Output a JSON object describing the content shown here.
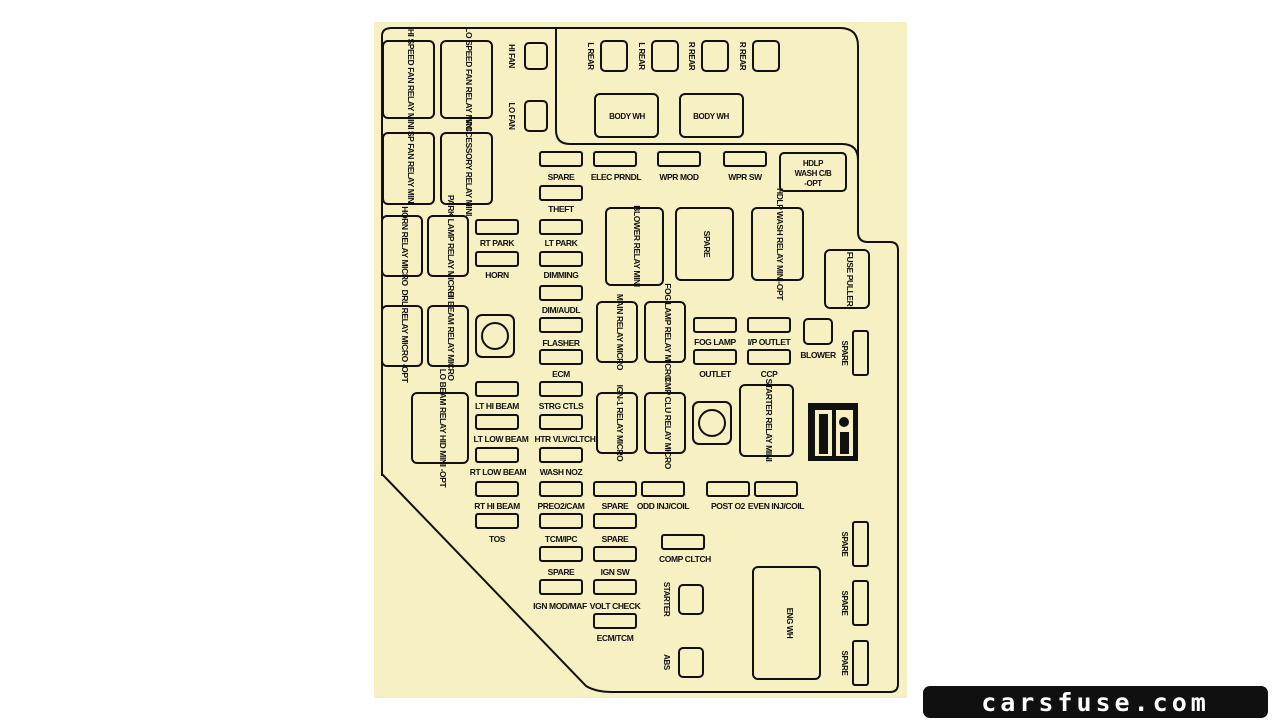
{
  "colors": {
    "panel": "#f6f0c2",
    "outline": "#111111",
    "page": "#ffffff",
    "watermark_bg": "#101010",
    "watermark_fg": "#ffffff"
  },
  "watermark": "carsfuse.com",
  "labels": {
    "hi_speed_fan_relay": "HI SPEED FAN RELAY MINI",
    "lo_speed_fan_relay": "LO SPEED FAN RELAY MINI",
    "hi_fan": "HI FAN",
    "lo_fan": "LO FAN",
    "l_rear_1": "L REAR",
    "l_rear_2": "L REAR",
    "r_rear_1": "R REAR",
    "r_rear_2": "R REAR",
    "body_wh_1": "BODY WH",
    "body_wh_2": "BODY WH",
    "sp_fan_relay": "SP FAN RELAY MINI",
    "accessory_relay": "ACCESSORY RELAY MINI",
    "spare_top": "SPARE",
    "elec_prndl": "ELEC PRNDL",
    "wpr_mod": "WPR MOD",
    "wpr_sw": "WPR SW",
    "hdlp_wash_cb_l1": "HDLP",
    "hdlp_wash_cb_l2": "WASH C/B",
    "hdlp_wash_cb_l3": "-OPT",
    "theft": "THEFT",
    "horn_relay": "HORN RELAY MICRO",
    "park_lamp_relay": "PARK LAMP RELAY MICRO",
    "rt_park": "RT PARK",
    "lt_park": "LT PARK",
    "horn": "HORN",
    "dimming": "DIMMING",
    "blower_relay": "BLOWER RELAY MINI",
    "spare_relay": "SPARE",
    "hdlp_wash_relay": "HDLP WASH RELAY MINI-OPT",
    "fuse_puller": "FUSE PULLER",
    "dim_audl": "DIM/AUDL",
    "drl_relay": "DRL RELAY MICRO -OPT",
    "hi_beam_relay": "HI BEAM RELAY MICRO",
    "flasher": "FLASHER",
    "main_relay": "MAIN RELAY MICRO",
    "fog_lamp_relay": "FOG LAMP RELAY MICRO",
    "fog_lamp": "FOG LAMP",
    "ip_outlet": "I/P OUTLET",
    "blower": "BLOWER",
    "spare_right_1": "SPARE",
    "outlet": "OUTLET",
    "ccp": "CCP",
    "ecm": "ECM",
    "lt_hi_beam": "LT HI BEAM",
    "strg_ctls": "STRG CTLS",
    "lo_beam_relay": "LO BEAM RELAY HID MINI -OPT",
    "ign1_relay": "IGN-1 RELAY MICRO",
    "cmp_clu_relay": "CMP CLU RELAY MICRO",
    "starter_relay": "STARTER RELAY MINI",
    "lt_low_beam": "LT LOW BEAM",
    "htr_vlv_clutch": "HTR VLV/CLTCH",
    "rt_low_beam": "RT LOW BEAM",
    "wash_noz": "WASH NOZ",
    "spare_mid": "SPARE",
    "odd_inj_coil": "ODD INJ/COIL",
    "post_o2": "POST O2",
    "even_inj_coil": "EVEN INJ/COIL",
    "rt_hi_beam": "RT HI BEAM",
    "pre_o2_cam": "PREO2/CAM",
    "tos": "TOS",
    "tcm_ipc": "TCM/IPC",
    "spare_tcm": "SPARE",
    "spare_right_2": "SPARE",
    "comp_clutch": "COMP CLTCH",
    "spare_low": "SPARE",
    "ign_sw": "IGN SW",
    "ign_mod_maf": "IGN MOD/MAF",
    "volt_check": "VOLT CHECK",
    "starter": "STARTER",
    "eng_wh": "ENG WH",
    "spare_right_3": "SPARE",
    "ecm_tcm": "ECM/TCM",
    "abs": "ABS",
    "spare_right_4": "SPARE"
  }
}
